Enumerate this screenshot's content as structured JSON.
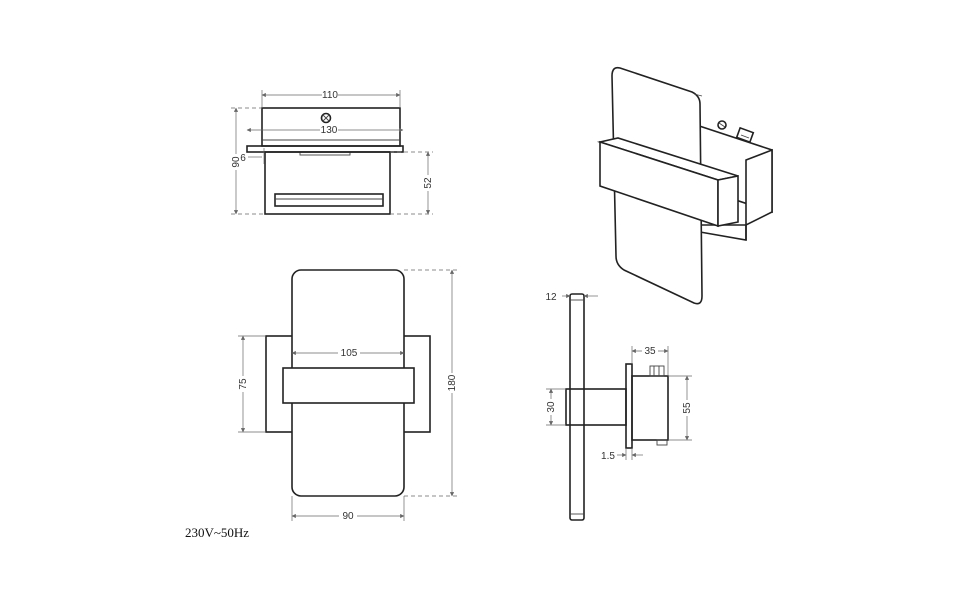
{
  "top_view": {
    "dim_110": "110",
    "dim_130": "130",
    "dim_90": "90",
    "dim_6": "6",
    "dim_52": "52"
  },
  "front_view": {
    "dim_105": "105",
    "dim_75": "75",
    "dim_180": "180",
    "dim_90": "90"
  },
  "side_view": {
    "dim_12": "12",
    "dim_35": "35",
    "dim_30": "30",
    "dim_55": "55",
    "dim_1_5": "1.5"
  },
  "power_label": "230V~50Hz"
}
